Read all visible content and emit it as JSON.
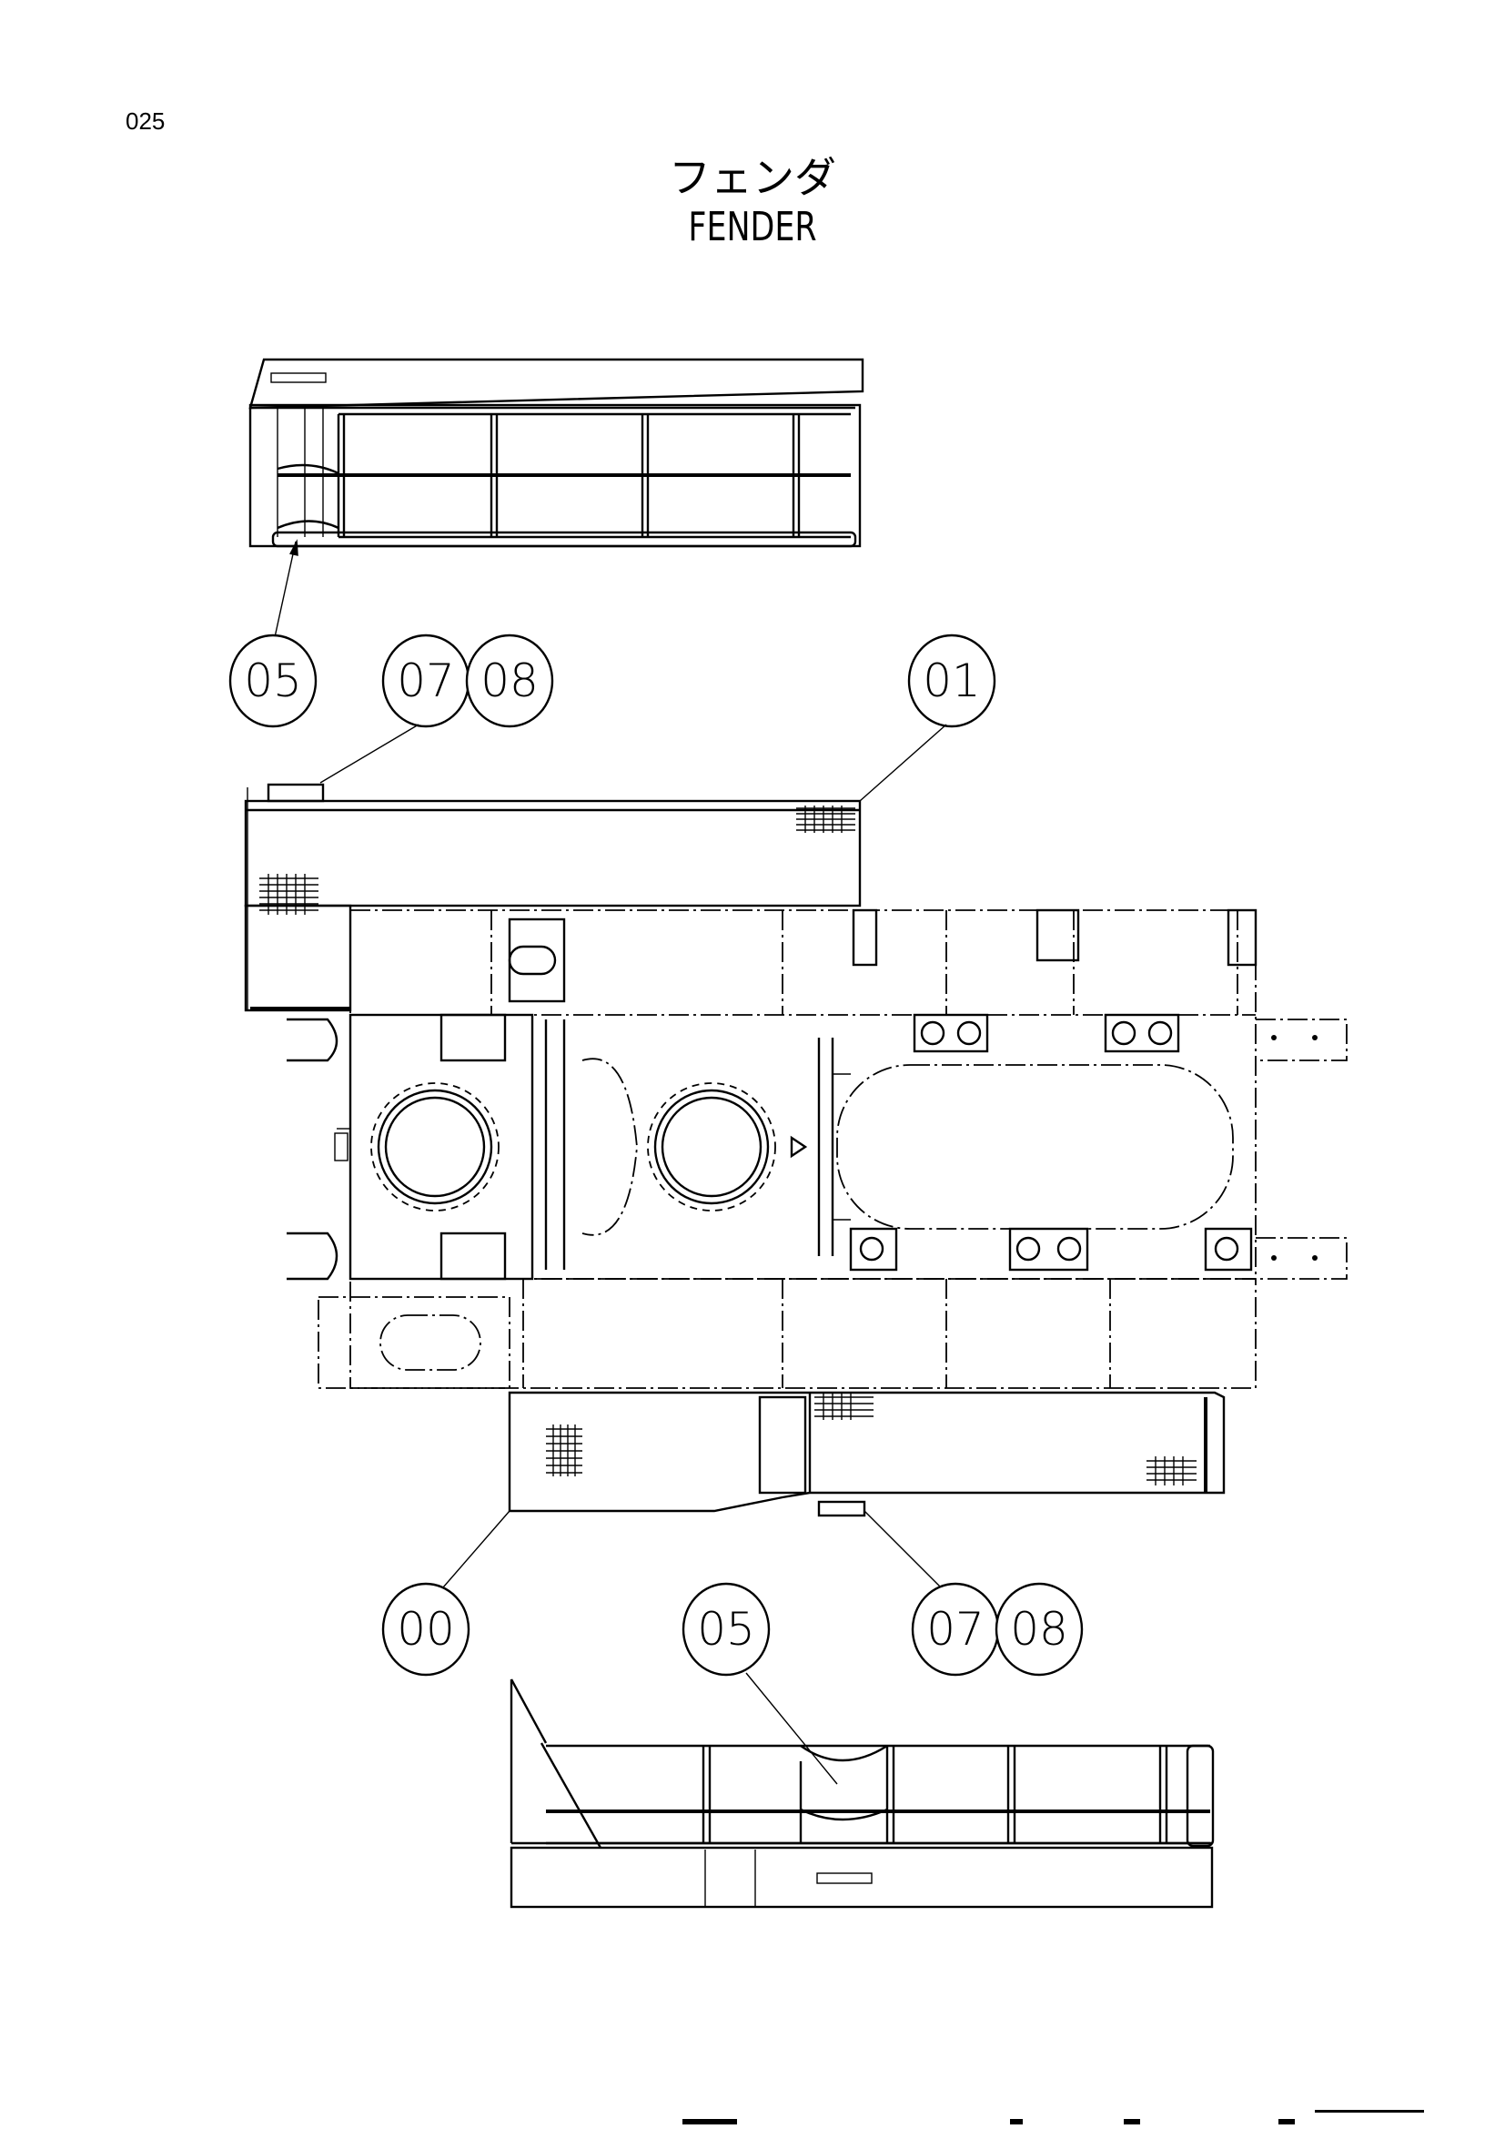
{
  "page_number": "025",
  "title": {
    "japanese": "フェンダ",
    "english": "FENDER"
  },
  "callouts": [
    {
      "id": "c1",
      "label": "05"
    },
    {
      "id": "c2",
      "label": "07"
    },
    {
      "id": "c3",
      "label": "08"
    },
    {
      "id": "c4",
      "label": "01"
    },
    {
      "id": "c5",
      "label": "00"
    },
    {
      "id": "c6",
      "label": "05"
    },
    {
      "id": "c7",
      "label": "07"
    },
    {
      "id": "c8",
      "label": "08"
    }
  ]
}
